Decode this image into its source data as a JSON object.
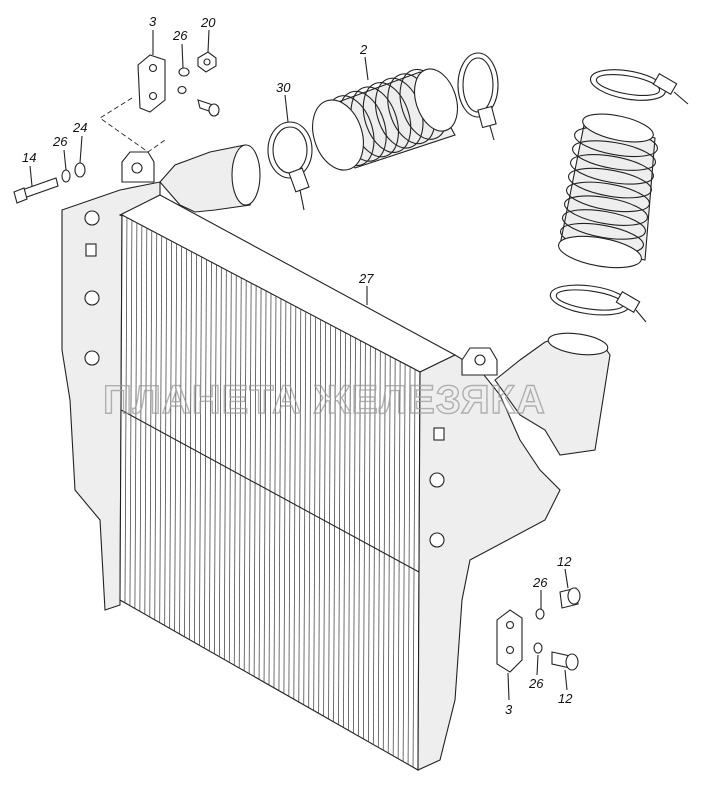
{
  "diagram": {
    "watermark": "ПЛАНЕТА ЖЕЛЕЗЯКА",
    "callouts": [
      {
        "id": "c3a",
        "text": "3"
      },
      {
        "id": "c26a",
        "text": "26"
      },
      {
        "id": "c20",
        "text": "20"
      },
      {
        "id": "c2",
        "text": "2"
      },
      {
        "id": "c30",
        "text": "30"
      },
      {
        "id": "c24",
        "text": "24"
      },
      {
        "id": "c26b",
        "text": "26"
      },
      {
        "id": "c14",
        "text": "14"
      },
      {
        "id": "c27",
        "text": "27"
      },
      {
        "id": "c12a",
        "text": "12"
      },
      {
        "id": "c26c",
        "text": "26"
      },
      {
        "id": "c26d",
        "text": "26"
      },
      {
        "id": "c12b",
        "text": "12"
      },
      {
        "id": "c3b",
        "text": "3"
      }
    ]
  }
}
